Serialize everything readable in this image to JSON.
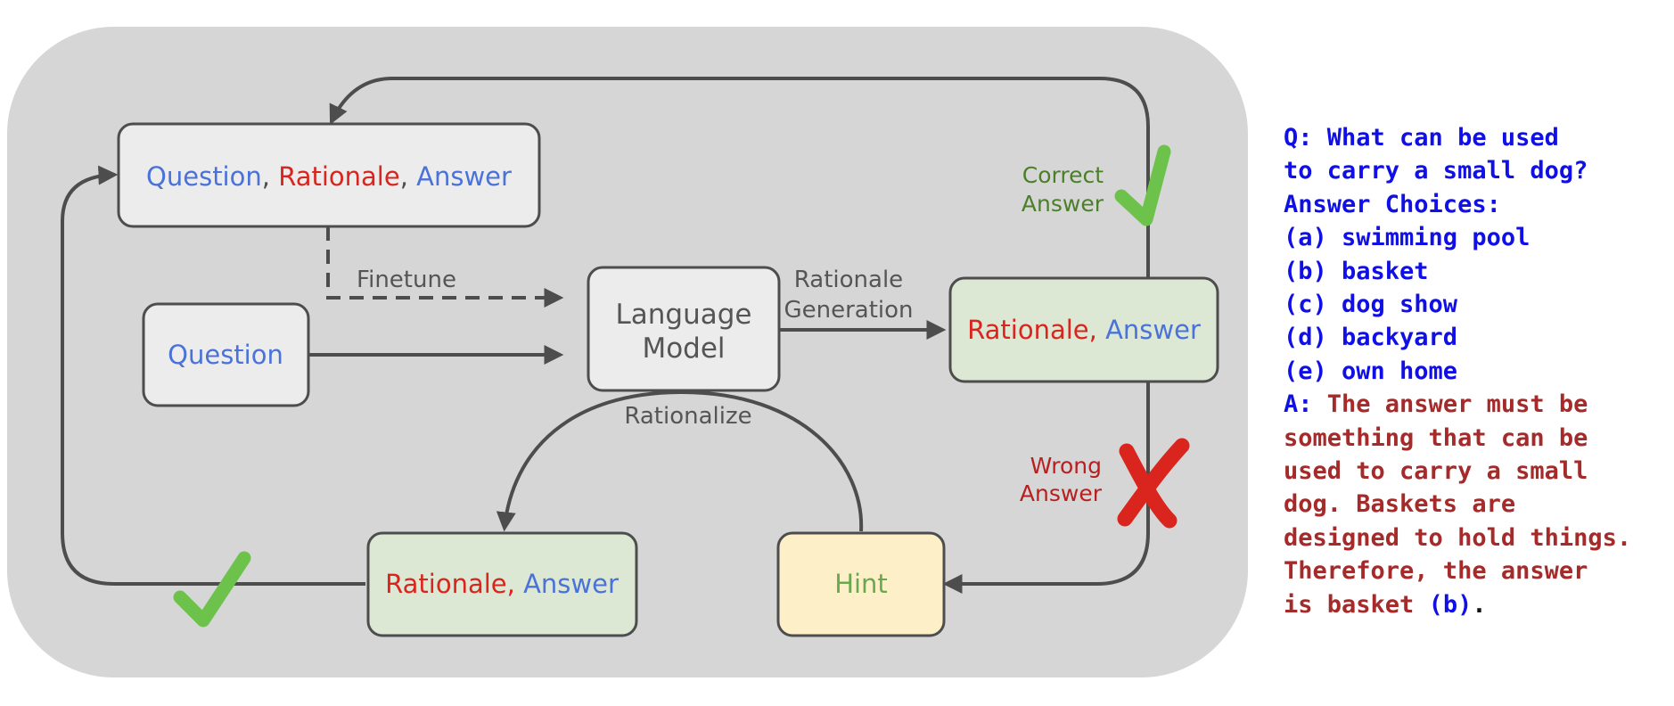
{
  "colors": {
    "background_panel": "#d6d6d6",
    "box_gray": "#ececec",
    "box_green": "#dce8d4",
    "box_yellow": "#fdf0c9",
    "stroke": "#4d4d4d",
    "blue_text": "#4a72d8",
    "red_text": "#d9251d",
    "green_text": "#4b7f2a",
    "dark_red_text": "#b81f1f",
    "hint_text": "#6aa84f",
    "check_green": "#6cc24a",
    "cross_red": "#d9251d",
    "qa_blue": "#1010e6",
    "qa_red": "#a52a2a"
  },
  "nodes": {
    "qra": {
      "question": "Question",
      "rationale": "Rationale",
      "answer": "Answer",
      "sep": ", "
    },
    "question": {
      "label": "Question"
    },
    "lm": {
      "line1": "Language",
      "line2": "Model"
    },
    "ra_top": {
      "rationale": "Rationale,",
      "answer": "Answer"
    },
    "ra_bottom": {
      "rationale": "Rationale,",
      "answer": "Answer"
    },
    "hint": {
      "label": "Hint"
    }
  },
  "edges": {
    "finetune": "Finetune",
    "rationale_generation_1": "Rationale",
    "rationale_generation_2": "Generation",
    "rationalize": "Rationalize",
    "correct_1": "Correct",
    "correct_2": "Answer",
    "wrong_1": "Wrong",
    "wrong_2": "Answer"
  },
  "icons": [
    "check-icon",
    "check-icon",
    "cross-icon"
  ],
  "qa": {
    "q_label": "Q:",
    "q_line1": " What can be used",
    "q_line2": "to carry a small dog?",
    "choices_label": "Answer Choices:",
    "choices": [
      "(a) swimming pool",
      "(b) basket",
      "(c) dog show",
      "(d) backyard",
      "(e) own home"
    ],
    "a_label": "A:",
    "a_line1": " The answer must be",
    "a_lines": [
      "something that can be",
      "used to carry a small",
      "dog. Baskets are",
      "designed to hold things.",
      "Therefore, the answer"
    ],
    "a_last_pre": "is basket ",
    "a_last_choice": "(b)",
    "a_last_post": "."
  }
}
